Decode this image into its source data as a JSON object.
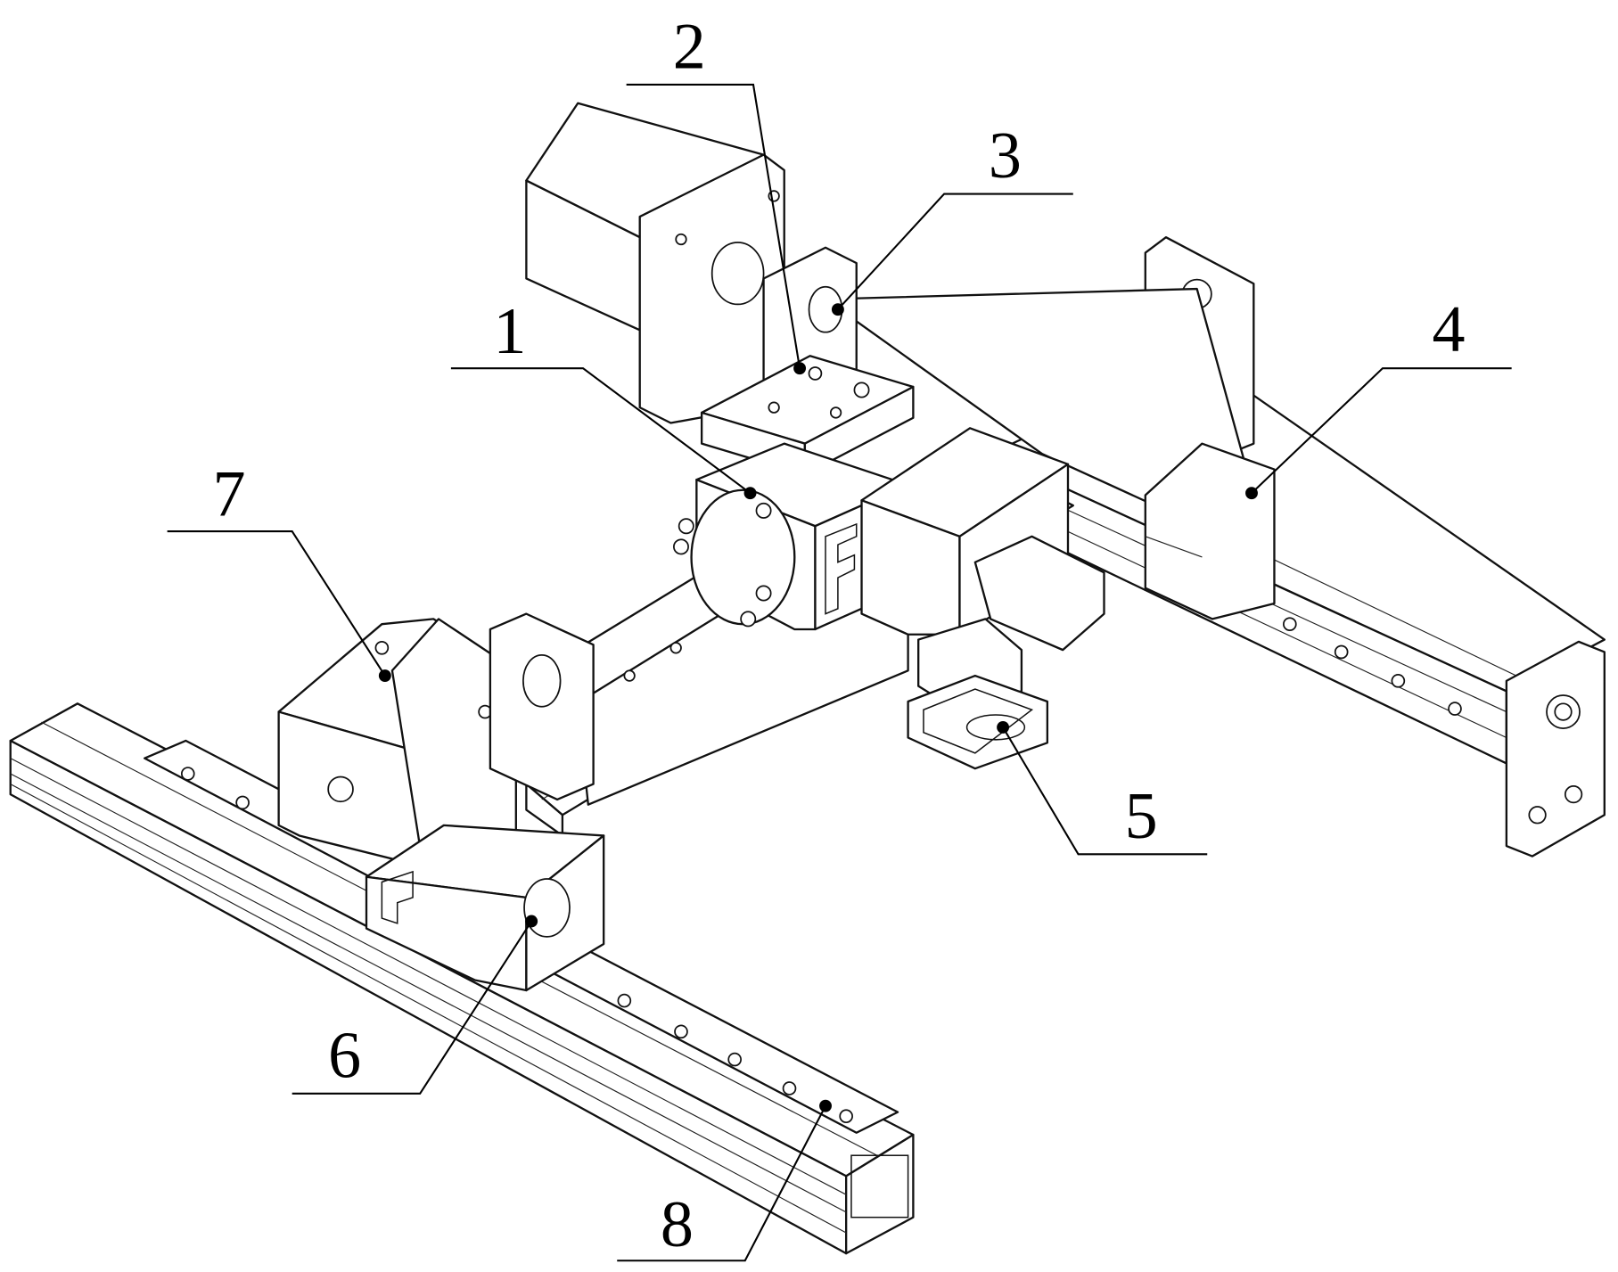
{
  "figure": {
    "type": "mechanical assembly drawing",
    "labels": [
      {
        "id": "1",
        "text": "1"
      },
      {
        "id": "2",
        "text": "2"
      },
      {
        "id": "3",
        "text": "3"
      },
      {
        "id": "4",
        "text": "4"
      },
      {
        "id": "5",
        "text": "5"
      },
      {
        "id": "6",
        "text": "6"
      },
      {
        "id": "7",
        "text": "7"
      },
      {
        "id": "8",
        "text": "8"
      }
    ],
    "colors": {
      "line": "#111111",
      "background": "#ffffff"
    }
  }
}
